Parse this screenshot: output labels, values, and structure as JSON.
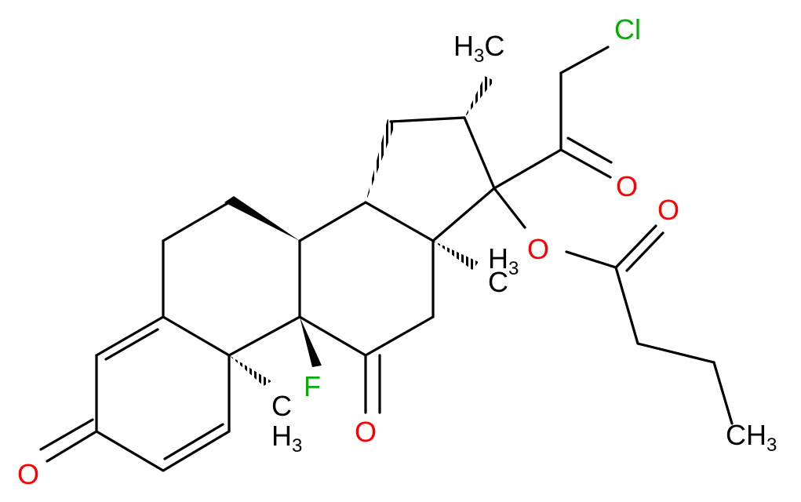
{
  "molecule": {
    "atom_labels": {
      "cl": "Cl",
      "o_ketone_side": "O",
      "o_ester_carbonyl": "O",
      "o_ester": "O",
      "o_c11": "O",
      "o_c3": "O",
      "f": "F"
    },
    "methyl_labels": {
      "c16_methyl": {
        "main": "H",
        "sub": "3",
        "tail": "C"
      },
      "c13_methyl": {
        "main": "H",
        "sub": "3",
        "tail": "C"
      },
      "c10_methyl_top": "C",
      "c10_methyl_bottom": {
        "main": "H",
        "sub": "3"
      },
      "butyrate_terminal": {
        "main": "CH",
        "sub": "3"
      }
    },
    "colors": {
      "bond": "#000000",
      "carbon_text": "#000000",
      "oxygen": "#ff0000",
      "chlorine": "#00b000",
      "fluorine": "#00b000"
    }
  }
}
